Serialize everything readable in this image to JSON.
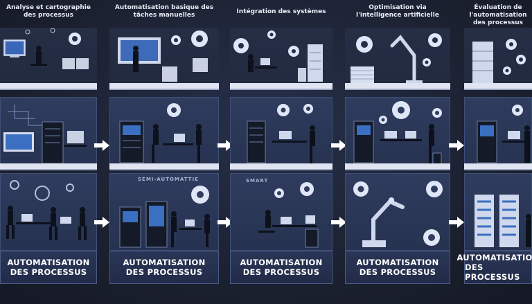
{
  "stages": [
    {
      "title": "Analyse et cartographie des processus",
      "label_line1": "AUTOMATISATION",
      "label_line2": "DES PROCESSUS",
      "board_text": ""
    },
    {
      "title": "Automatisation basique des tâches manuelles",
      "label_line1": "AUTOMATISATION",
      "label_line2": "DES PROCESSUS",
      "board_text": "SEMI-AUTOMATTIE"
    },
    {
      "title": "Intégration des systèmes",
      "label_line1": "AUTOMATISATION",
      "label_line2": "DES PROCESSUS",
      "board_text": "SMART"
    },
    {
      "title": "Optimisation via l'intelligence artificielle",
      "label_line1": "AUTOMATISATION",
      "label_line2": "DES PROCESSUS",
      "board_text": ""
    },
    {
      "title": "Évaluation de l'automatisation des processus",
      "label_line1": "AUTOMATISATION",
      "label_line2": "DES PROCESSUS",
      "board_text": ""
    }
  ],
  "colors": {
    "background": "#1c2130",
    "panel": "#2f3c5e",
    "shelf": "#dfe4f0",
    "label_text": "#ffffff",
    "arrow": "#ffffff"
  },
  "icons": [
    "gear-icon",
    "arrow-right-icon",
    "computer-icon",
    "server-rack-icon",
    "robot-arm-icon",
    "person-icon",
    "desk-icon",
    "bookshelf-icon"
  ]
}
